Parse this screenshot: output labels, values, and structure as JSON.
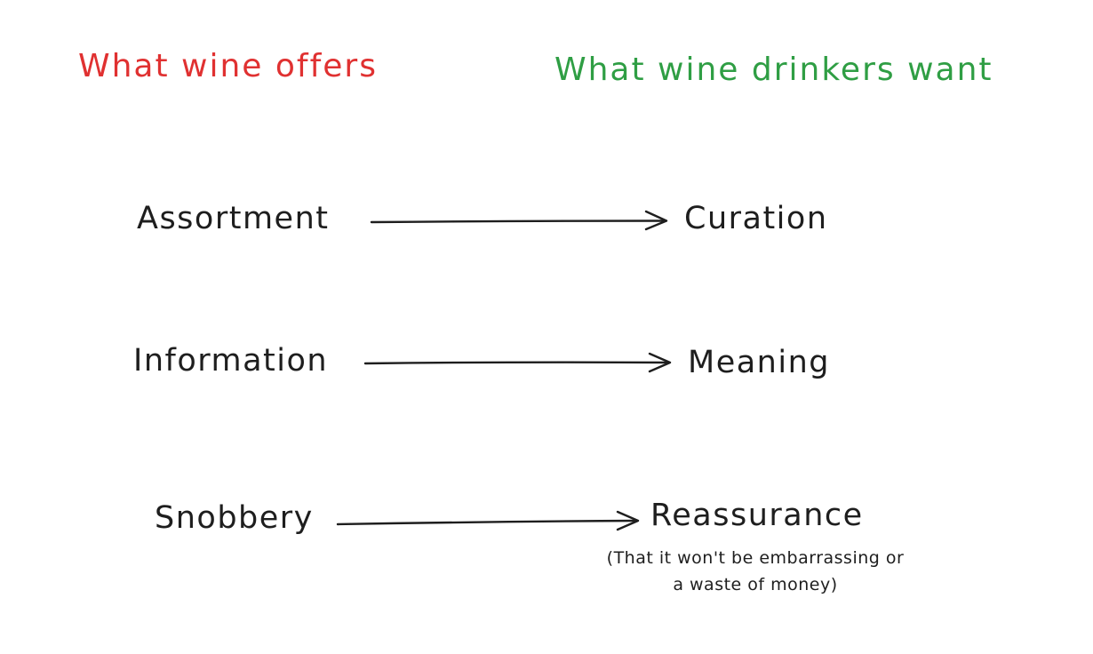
{
  "colors": {
    "offers": "#e03131",
    "wants": "#2f9e44",
    "ink": "#1e1e1e"
  },
  "headers": {
    "left": "What wine offers",
    "right": "What wine drinkers want"
  },
  "rows": [
    {
      "from": "Assortment",
      "to": "Curation"
    },
    {
      "from": "Information",
      "to": "Meaning"
    },
    {
      "from": "Snobbery",
      "to": "Reassurance"
    }
  ],
  "note": {
    "line1": "(That it won't be embarrassing or",
    "line2": "a waste of money)"
  }
}
